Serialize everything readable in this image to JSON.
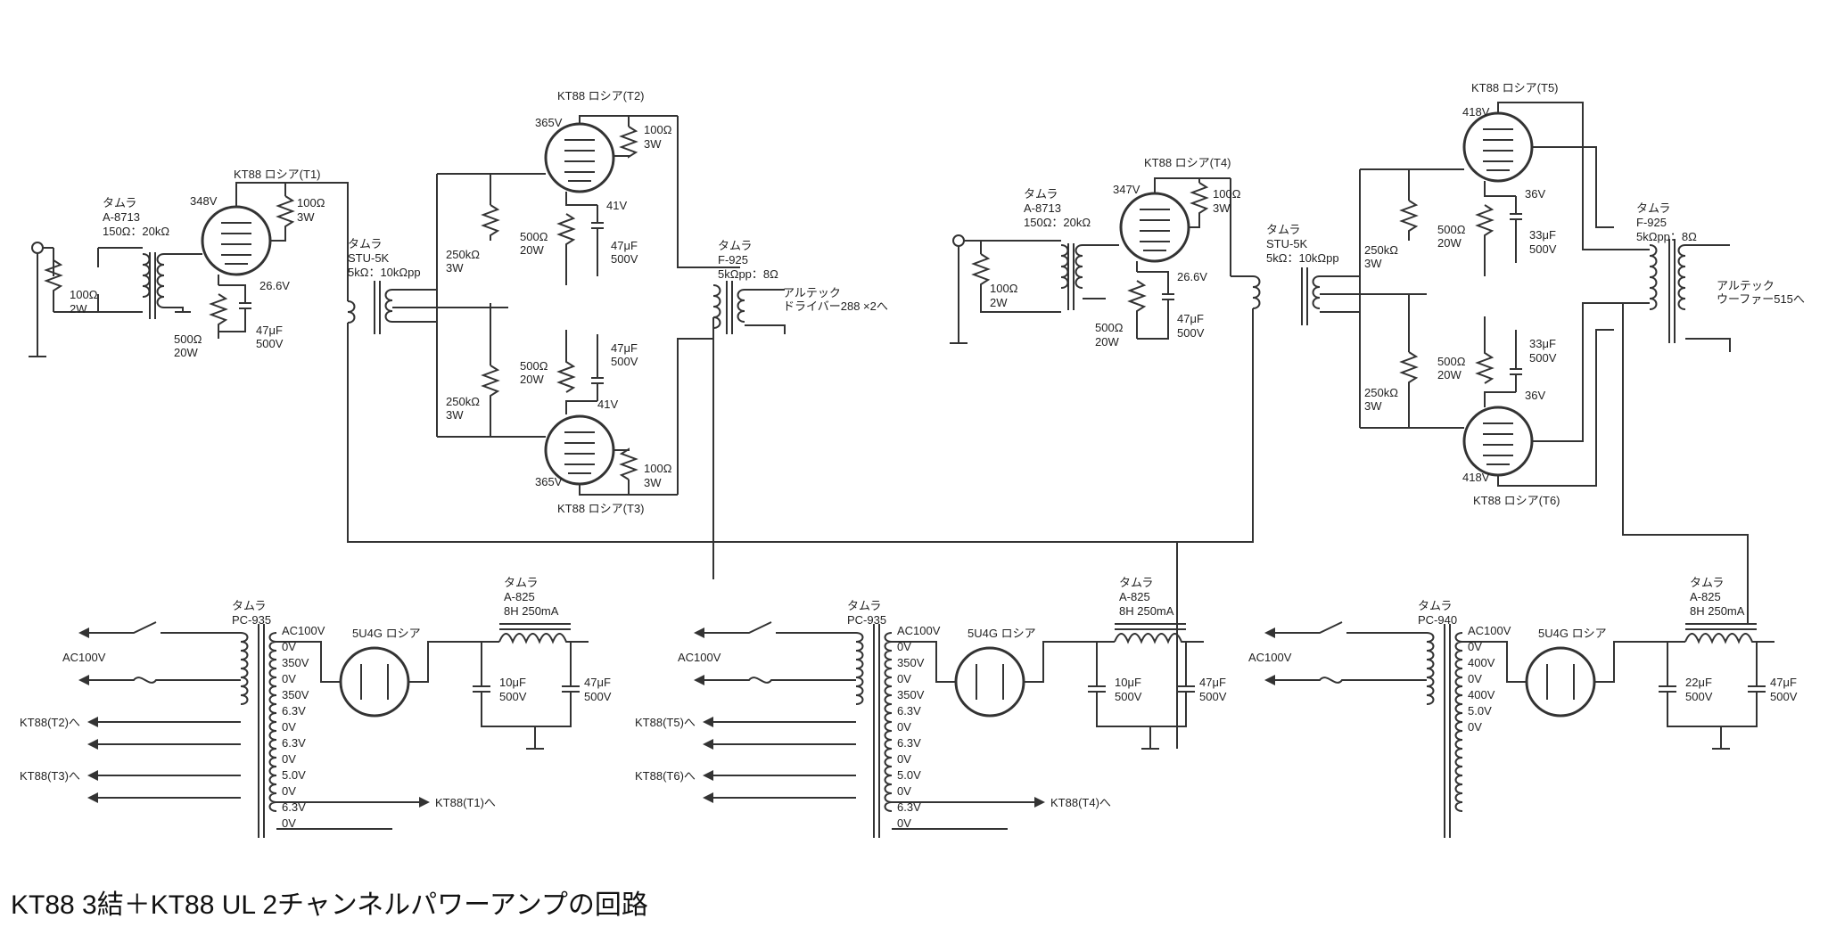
{
  "caption": "KT88 3結＋KT88 UL 2チャンネルパワーアンプの回路",
  "left": {
    "tr_in": [
      "タムラ",
      "A-8713",
      "150Ω：20kΩ"
    ],
    "t1": "KT88 ロシア(T1)",
    "t1_v": "348V",
    "t1_rg": [
      "100Ω",
      "2W"
    ],
    "t1_rp": [
      "100Ω",
      "3W"
    ],
    "t1_k": "26.6V",
    "t1_rk": [
      "500Ω",
      "20W"
    ],
    "t1_ck": [
      "47μF",
      "500V"
    ],
    "tr_pi": [
      "タムラ",
      "STU-5K",
      "5kΩ：10kΩpp"
    ],
    "r250a": [
      "250kΩ",
      "3W"
    ],
    "r250b": [
      "250kΩ",
      "3W"
    ],
    "t2": "KT88 ロシア(T2)",
    "t2_v": "365V",
    "t2_rp": [
      "100Ω",
      "3W"
    ],
    "t2_k": "41V",
    "t2_rk": [
      "500Ω",
      "20W"
    ],
    "t2_ck": [
      "47μF",
      "500V"
    ],
    "t3": "KT88 ロシア(T3)",
    "t3_v": "365V",
    "t3_rp": [
      "100Ω",
      "3W"
    ],
    "t3_k": "41V",
    "t3_rk": [
      "500Ω",
      "20W"
    ],
    "t3_ck": [
      "47μF",
      "500V"
    ],
    "tr_out": [
      "タムラ",
      "F-925",
      "5kΩpp：8Ω"
    ],
    "load": [
      "アルテック",
      "ドライバー288 ×2へ"
    ]
  },
  "right": {
    "tr_in": [
      "タムラ",
      "A-8713",
      "150Ω：20kΩ"
    ],
    "t4": "KT88 ロシア(T4)",
    "t4_v": "347V",
    "t4_rg": [
      "100Ω",
      "2W"
    ],
    "t4_rp": [
      "100Ω",
      "3W"
    ],
    "t4_k": "26.6V",
    "t4_rk": [
      "500Ω",
      "20W"
    ],
    "t4_ck": [
      "47μF",
      "500V"
    ],
    "tr_pi": [
      "タムラ",
      "STU-5K",
      "5kΩ：10kΩpp"
    ],
    "r250a": [
      "250kΩ",
      "3W"
    ],
    "r250b": [
      "250kΩ",
      "3W"
    ],
    "t5": "KT88 ロシア(T5)",
    "t5_v": "418V",
    "t5_k": "36V",
    "t5_rk": [
      "500Ω",
      "20W"
    ],
    "t5_ck": [
      "33μF",
      "500V"
    ],
    "t6": "KT88 ロシア(T6)",
    "t6_v": "418V",
    "t6_k": "36V",
    "t6_rk": [
      "500Ω",
      "20W"
    ],
    "t6_ck": [
      "33μF",
      "500V"
    ],
    "tr_out": [
      "タムラ",
      "F-925",
      "5kΩpp：8Ω"
    ],
    "load": [
      "アルテック",
      "ウーファー515へ"
    ]
  },
  "psu1": {
    "ac": "AC100V",
    "tr": [
      "タムラ",
      "PC-935"
    ],
    "taps": [
      "AC100V",
      "0V",
      "350V",
      "0V",
      "350V",
      "6.3V",
      "0V",
      "6.3V",
      "0V",
      "5.0V",
      "0V",
      "6.3V",
      "0V"
    ],
    "rect": "5U4G ロシア",
    "choke": [
      "タムラ",
      "A-825",
      "8H 250mA"
    ],
    "c1": [
      "10μF",
      "500V"
    ],
    "c2": [
      "47μF",
      "500V"
    ],
    "out_a": "KT88(T2)へ",
    "out_b": "KT88(T3)へ",
    "out_c": "KT88(T1)へ"
  },
  "psu2": {
    "ac": "AC100V",
    "tr": [
      "タムラ",
      "PC-935"
    ],
    "taps": [
      "AC100V",
      "0V",
      "350V",
      "0V",
      "350V",
      "6.3V",
      "0V",
      "6.3V",
      "0V",
      "5.0V",
      "0V",
      "6.3V",
      "0V"
    ],
    "rect": "5U4G ロシア",
    "choke": [
      "タムラ",
      "A-825",
      "8H 250mA"
    ],
    "c1": [
      "10μF",
      "500V"
    ],
    "c2": [
      "47μF",
      "500V"
    ],
    "out_a": "KT88(T5)へ",
    "out_b": "KT88(T6)へ",
    "out_c": "KT88(T4)へ"
  },
  "psu3": {
    "ac": "AC100V",
    "tr": [
      "タムラ",
      "PC-940"
    ],
    "taps": [
      "AC100V",
      "0V",
      "400V",
      "0V",
      "400V",
      "5.0V",
      "0V"
    ],
    "rect": "5U4G ロシア",
    "choke": [
      "タムラ",
      "A-825",
      "8H 250mA"
    ],
    "c1": [
      "22μF",
      "500V"
    ],
    "c2": [
      "47μF",
      "500V"
    ]
  }
}
